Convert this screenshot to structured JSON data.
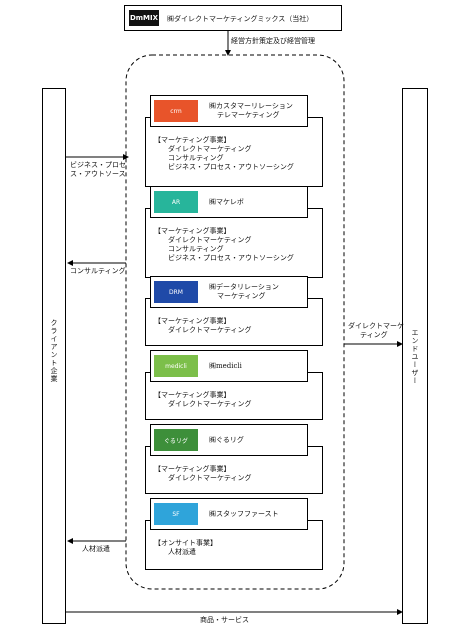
{
  "top": {
    "logo_text": "DmMIX",
    "title": "㈱ダイレクトマーケティングミックス（当社）"
  },
  "mgmt_label": "経営方針策定及び経営管理",
  "client": {
    "label": "クライアント企業"
  },
  "enduser": {
    "label": "エンドユーザー"
  },
  "arrows": {
    "bpo": [
      "ビジネス・プロセ",
      "ス・アウトソース"
    ],
    "consulting": "コンサルティング",
    "staffing": "人材派遣",
    "direct_marketing": [
      "ダイレクトマーケ",
      "ティング"
    ],
    "products": "商品・サービス"
  },
  "companies": [
    {
      "name": [
        "㈱カスタマーリレーション",
        "テレマーケティング"
      ],
      "logo_text": "crm",
      "logo_color": "#e8542a",
      "business": [
        "【マーケティング事業】",
        "ダイレクトマーケティング",
        "コンサルティング",
        "ビジネス・プロセス・アウトソーシング"
      ]
    },
    {
      "name": [
        "㈱マケレボ"
      ],
      "logo_text": "AR",
      "logo_color": "#27b59b",
      "business": [
        "【マーケティング事業】",
        "ダイレクトマーケティング",
        "コンサルティング",
        "ビジネス・プロセス・アウトソーシング"
      ]
    },
    {
      "name": [
        "㈱データリレーション",
        "マーケティング"
      ],
      "logo_text": "DRM",
      "logo_color": "#1f4aa8",
      "business": [
        "【マーケティング事業】",
        "ダイレクトマーケティング"
      ]
    },
    {
      "name": [
        "㈱medicli"
      ],
      "logo_text": "medicli",
      "logo_color": "#7cbf4a",
      "business": [
        "【マーケティング事業】",
        "ダイレクトマーケティング"
      ]
    },
    {
      "name": [
        "㈱ぐるリグ"
      ],
      "logo_text": "ぐるリグ",
      "logo_color": "#3d8f3a",
      "business": [
        "【マーケティング事業】",
        "ダイレクトマーケティング"
      ]
    },
    {
      "name": [
        "㈱スタッフファースト"
      ],
      "logo_text": "SF",
      "logo_color": "#2fa4da",
      "business": [
        "【オンサイト事業】",
        "人材派遣"
      ]
    }
  ]
}
